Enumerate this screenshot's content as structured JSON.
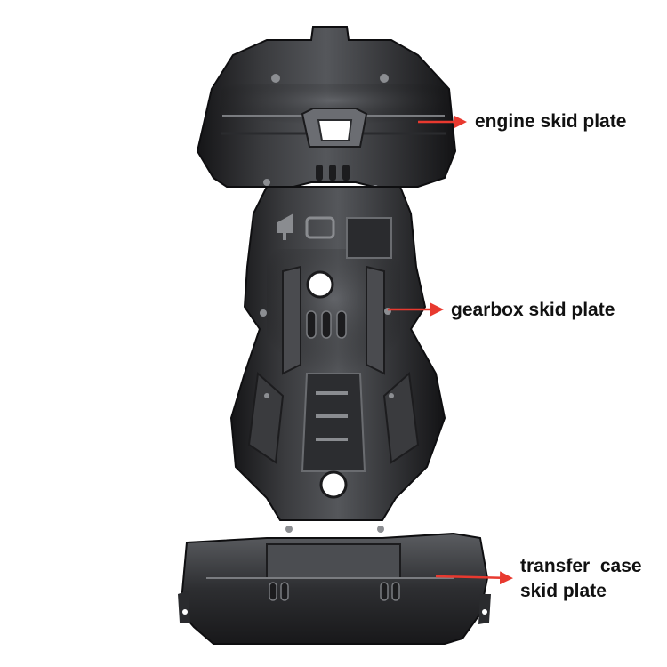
{
  "labels": {
    "engine": "engine skid plate",
    "gearbox": "gearbox skid plate",
    "transfer_line1": "transfer  case",
    "transfer_line2": "skid plate"
  },
  "colors": {
    "background": "#ffffff",
    "plate_dark": "#1c1c1e",
    "plate_mid": "#3a3b3e",
    "plate_light": "#6d6f73",
    "arrow": "#e8392f",
    "text": "#111111"
  }
}
